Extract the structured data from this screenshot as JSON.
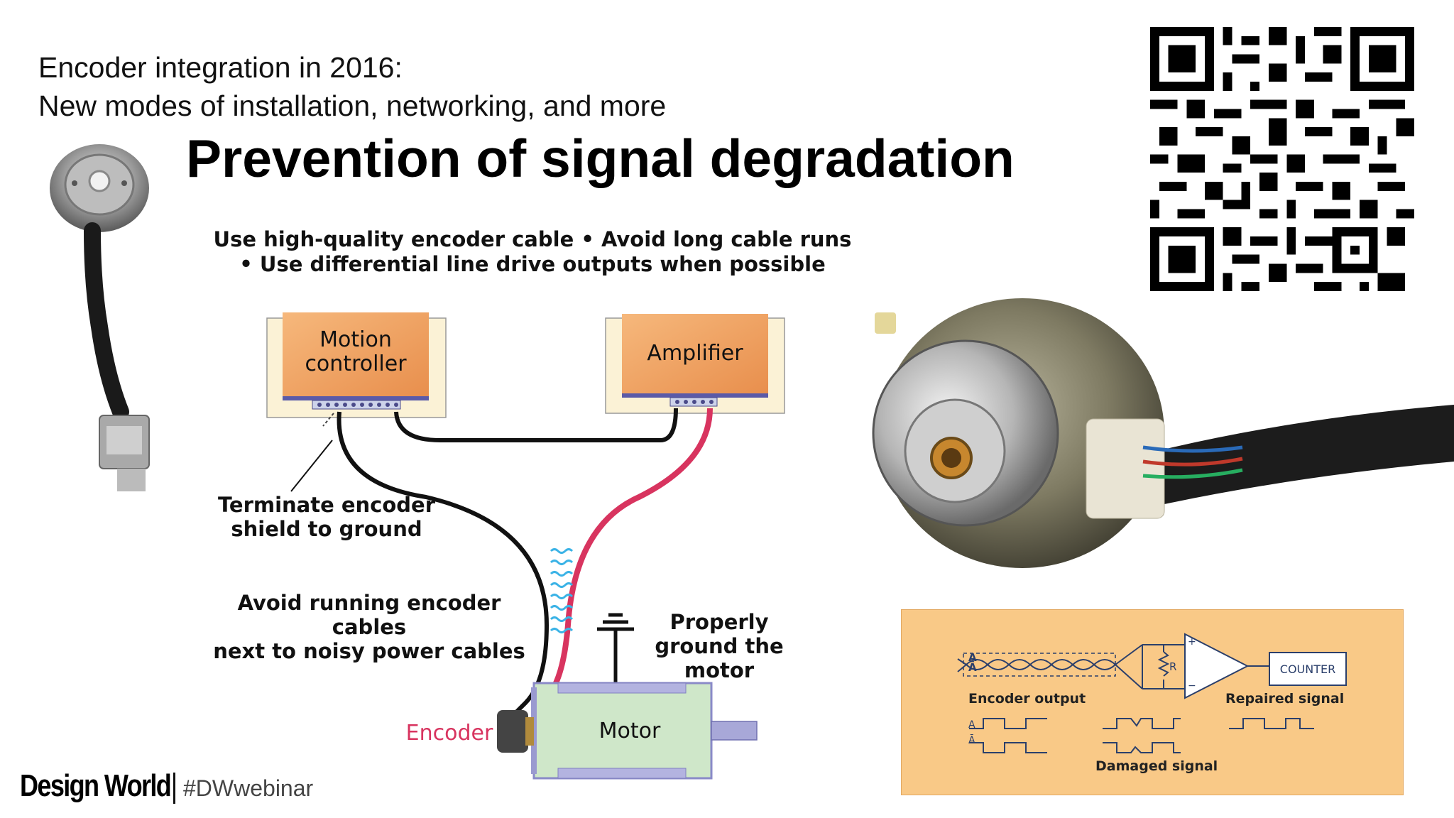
{
  "header": {
    "subtitle_line1": "Encoder integration in 2016:",
    "subtitle_line2": "New modes of installation, networking, and more",
    "title": "Prevention of signal degradation"
  },
  "tips": {
    "line1": "Use high-quality encoder cable • Avoid long cable runs",
    "line2": "• Use differential line drive outputs when possible"
  },
  "diagram": {
    "motion_controller_line1": "Motion",
    "motion_controller_line2": "controller",
    "amplifier": "Amplifier",
    "motor": "Motor",
    "encoder": "Encoder",
    "terminate_line1": "Terminate encoder",
    "terminate_line2": "shield to ground",
    "avoid_line1": "Avoid running encoder cables",
    "avoid_line2": "next to noisy power cables",
    "ground_line1": "Properly",
    "ground_line2": "ground the motor",
    "colors": {
      "power_cable": "#d8345f",
      "encoder_label": "#d8345f",
      "box": "#f0a466",
      "motor": "#cfe7c9",
      "noise": "#3bb3e6"
    }
  },
  "inset": {
    "a_label": "A",
    "a_bar_label": "Ā",
    "r_label": "R",
    "plus": "+",
    "minus": "−",
    "counter": "COUNTER",
    "encoder_output": "Encoder output",
    "repaired_signal": "Repaired signal",
    "damaged_signal": "Damaged signal"
  },
  "footer": {
    "logo": "Design World",
    "hashtag": "#DWwebinar"
  }
}
